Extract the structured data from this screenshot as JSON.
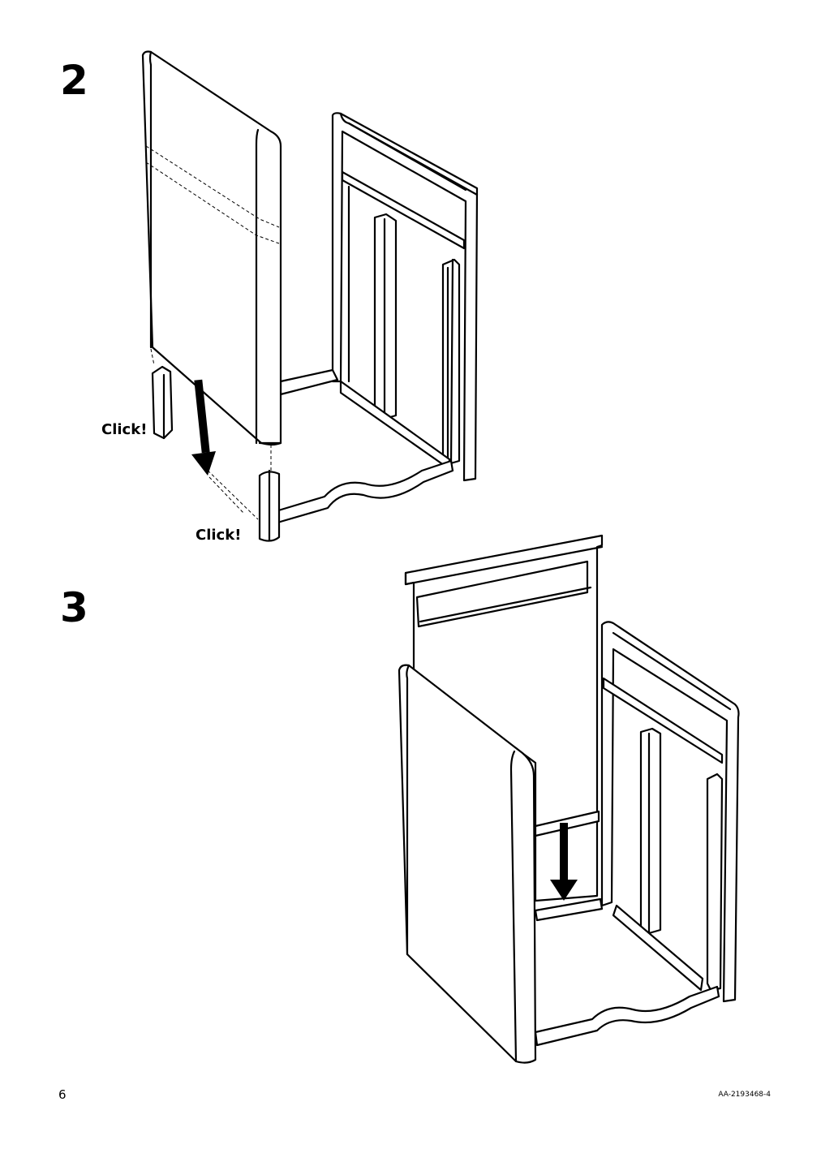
{
  "steps": [
    {
      "number": "2",
      "callouts": [
        "Click!",
        "Click!"
      ]
    },
    {
      "number": "3"
    }
  ],
  "footer": {
    "page_number": "6",
    "document_code": "AA-2193468-4"
  }
}
